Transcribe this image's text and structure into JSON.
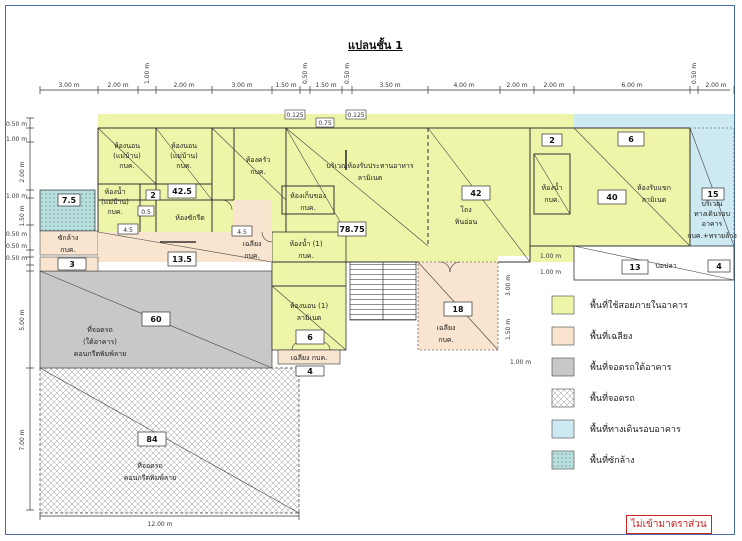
{
  "title": "แปลนชั้น 1",
  "scale_note": "ไม่เข้ามาตราส่วน",
  "colors": {
    "usable": "#eef5a8",
    "terrace": "#f8e4cf",
    "under_parking": "#c8c8c8",
    "walkway": "#cdeaf2",
    "laundry": "#b9e0de",
    "line": "#333333"
  },
  "top_dims": [
    "3.00 m",
    "2.00 m",
    "1.00 m",
    "2.00 m",
    "3.00 m",
    "1.50 m",
    "0.50 m",
    "1.50 m",
    "0.50 m",
    "3.50 m",
    "4.00 m",
    "2.00 m",
    "2.00 m",
    "6.00 m",
    "0.50 m",
    "2.00 m"
  ],
  "left_dims": [
    "0.50 m",
    "1.00 m",
    "2.00 m",
    "1.00 m",
    "1.50 m",
    "0.50 m",
    "0.50 m",
    "0.50 m",
    "5.00 m",
    "7.00 m"
  ],
  "right_dims": [
    "1.00 m",
    "1.00 m",
    "3.00 m",
    "1.50 m",
    "1.00 m"
  ],
  "bottom_dim": "12.00 m",
  "small_tags": [
    "0.125",
    "0.75",
    "0.125"
  ],
  "rooms": {
    "maid_bed1": "ห้องนอน",
    "maid_bed1b": "(แม่บ้าน)",
    "maid_bed1c": "กบค.",
    "maid_bed2": "ห้องนอน",
    "maid_bed2b": "(แม่บ้าน)",
    "maid_bed2c": "กบค.",
    "maid_bed2_num": "42.5",
    "maid_bath": "ห้องน้ำ",
    "maid_bathb": "(แม่บ้าน)",
    "maid_bathc": "กบค.",
    "num_2a": "2",
    "num_0_5": "0.5",
    "laundry_room": "ห้องซักรีด",
    "num_4_5a": "4.5",
    "num_4_5b": "4.5",
    "kitchen": "ห้องครัว",
    "kitchen_b": "กบค.",
    "storage": "ห้องเก็บของ",
    "storage_b": "กบค.",
    "dining": "บริเวณห้องรับประทานอาหาร",
    "dining_b": "ลามิเนต",
    "num_78_75": "78.75",
    "hall": "โถง",
    "hall_b": "หินอ่อน",
    "num_42": "42",
    "bath_r": "ห้องน้ำ",
    "bath_rb": "กบค.",
    "num_2b": "2",
    "num_6a": "6",
    "living": "ห้องรับแขก",
    "living_b": "ลามิเนต",
    "num_40": "40",
    "walk_num": "15",
    "walk_a": "บริเวณ",
    "walk_b": "ทางเดินรอบ",
    "walk_c": "อาคาร",
    "walk_d": "กบค.+ทรายล้าง",
    "laundry_area_num": "7.5",
    "laundry_area": "ซักล้าง",
    "laundry_area_b": "กบค.",
    "num_3": "3",
    "terrace_w": "เฉลียง",
    "terrace_wb": "กบค.",
    "num_13_5": "13.5",
    "bath1": "ห้องน้ำ (1)",
    "bath1b": "กบค.",
    "bed1": "ห้องนอน (1)",
    "bed1b": "ลามิเนต",
    "num_6b": "6",
    "terrace_s": "เฉลียง กบค.",
    "num_4a": "4",
    "terrace_c_num": "18",
    "terrace_c": "เฉลียง",
    "terrace_cb": "กบค.",
    "pond_num": "13",
    "pond": "บ่อปลา",
    "num_4b": "4",
    "parking1_num": "60",
    "parking1": "ที่จอดรถ",
    "parking1b": "(ใต้อาคาร)",
    "parking1c": "คอนกรีตพิมพ์ลาย",
    "parking2_num": "84",
    "parking2": "ที่จอดรถ",
    "parking2b": "คอนกรีตพิมพ์ลาย"
  },
  "legend": [
    {
      "label": "พื้นที่ใช้สอยภายในอาคาร",
      "fill": "usable"
    },
    {
      "label": "พื้นที่เฉลียง",
      "fill": "terrace"
    },
    {
      "label": "พื้นที่จอดรถใต้อาคาร",
      "fill": "under_parking"
    },
    {
      "label": "พื้นที่จอดรถ",
      "fill": "cross"
    },
    {
      "label": "พื้นที่ทางเดินรอบอาคาร",
      "fill": "walkway"
    },
    {
      "label": "พื้นที่ซักล้าง",
      "fill": "laundry_dots"
    }
  ]
}
